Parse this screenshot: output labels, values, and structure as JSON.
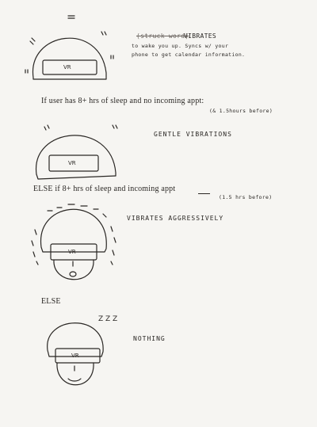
{
  "sketch1": {
    "visor_label": "VR",
    "note_struck": "(struck word)",
    "note_line1": "VIBRATES",
    "note_line2": "to wake you up. Syncs w/ your",
    "note_line3": "phone to get calendar information."
  },
  "condition1": {
    "text": "If user has 8+ hrs of sleep and no incoming appt:",
    "subtext": "(& 1.5hours before)"
  },
  "sketch2": {
    "visor_label": "VR",
    "caption": "GENTLE VIBRATIONS"
  },
  "condition2": {
    "text": "ELSE if 8+ hrs of sleep and incoming appt",
    "emphasis": "and",
    "subtext": "(1.5 hrs before)"
  },
  "sketch3": {
    "visor_label": "VR",
    "caption": "VIBRATES AGGRESSIVELY"
  },
  "condition3": {
    "text": "ELSE"
  },
  "sketch4": {
    "visor_label": "VR",
    "sleep_mark": "Z Z Z",
    "caption": "NOTHING"
  }
}
